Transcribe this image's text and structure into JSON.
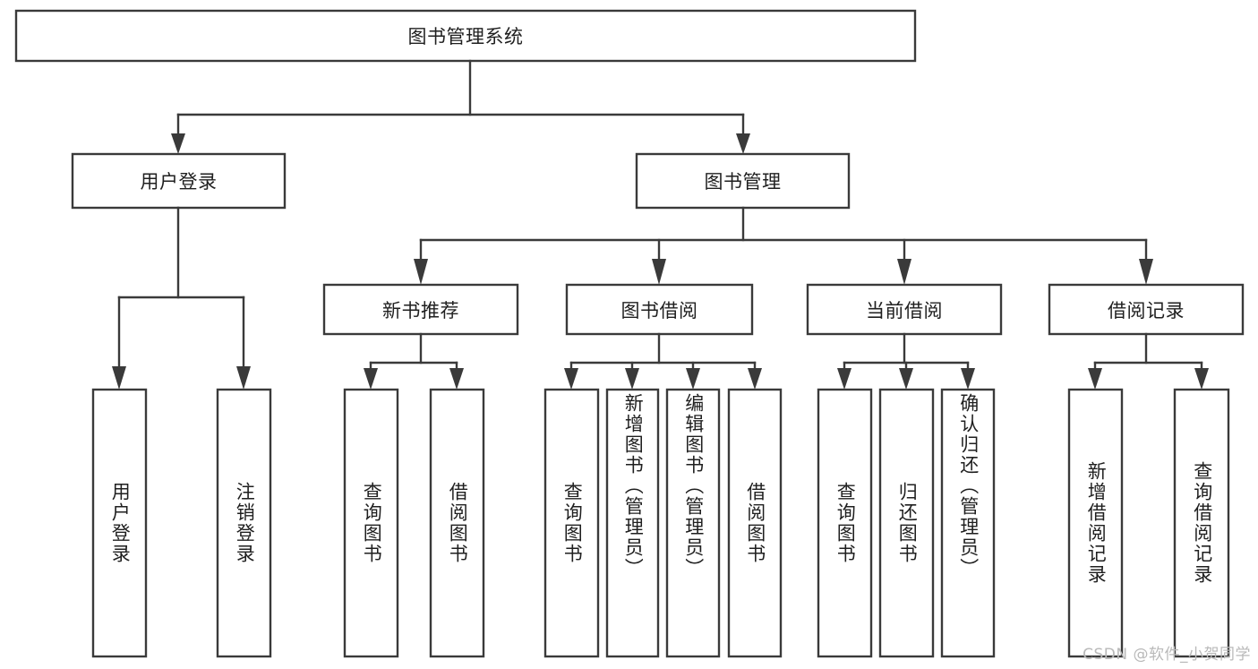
{
  "diagram": {
    "type": "tree",
    "title": "图书管理系统",
    "root": {
      "id": "root",
      "label": "图书管理系统",
      "orientation": "horizontal"
    },
    "level2": [
      {
        "id": "user-login",
        "label": "用户登录",
        "orientation": "horizontal"
      },
      {
        "id": "book-manage",
        "label": "图书管理",
        "orientation": "horizontal"
      }
    ],
    "level3": [
      {
        "id": "new-book-recommend",
        "label": "新书推荐",
        "orientation": "horizontal",
        "parent": "book-manage"
      },
      {
        "id": "book-borrow",
        "label": "图书借阅",
        "orientation": "horizontal",
        "parent": "book-manage"
      },
      {
        "id": "current-borrow",
        "label": "当前借阅",
        "orientation": "horizontal",
        "parent": "book-manage"
      },
      {
        "id": "borrow-record",
        "label": "借阅记录",
        "orientation": "horizontal",
        "parent": "book-manage"
      }
    ],
    "leaves": [
      {
        "id": "leaf-user-login",
        "label": "用户登录",
        "orientation": "vertical",
        "parent": "user-login",
        "align": "center"
      },
      {
        "id": "leaf-user-logout",
        "label": "注销登录",
        "orientation": "vertical",
        "parent": "user-login",
        "align": "center"
      },
      {
        "id": "leaf-query-book-1",
        "label": "查询图书",
        "orientation": "vertical",
        "parent": "new-book-recommend",
        "align": "center"
      },
      {
        "id": "leaf-borrow-book-1",
        "label": "借阅图书",
        "orientation": "vertical",
        "parent": "new-book-recommend",
        "align": "center"
      },
      {
        "id": "leaf-query-book-2",
        "label": "查询图书",
        "orientation": "vertical",
        "parent": "book-borrow",
        "align": "center"
      },
      {
        "id": "leaf-add-book",
        "label": "新增图书（管理员）",
        "orientation": "vertical",
        "parent": "book-borrow",
        "align": "top"
      },
      {
        "id": "leaf-edit-book",
        "label": "编辑图书（管理员）",
        "orientation": "vertical",
        "parent": "book-borrow",
        "align": "top"
      },
      {
        "id": "leaf-borrow-book-2",
        "label": "借阅图书",
        "orientation": "vertical",
        "parent": "book-borrow",
        "align": "center"
      },
      {
        "id": "leaf-query-book-3",
        "label": "查询图书",
        "orientation": "vertical",
        "parent": "current-borrow",
        "align": "center"
      },
      {
        "id": "leaf-return-book",
        "label": "归还图书",
        "orientation": "vertical",
        "parent": "current-borrow",
        "align": "center"
      },
      {
        "id": "leaf-confirm-return",
        "label": "确认归还（管理员）",
        "orientation": "vertical",
        "parent": "current-borrow",
        "align": "top"
      },
      {
        "id": "leaf-add-record",
        "label": "新增借阅记录",
        "orientation": "vertical",
        "parent": "borrow-record",
        "align": "center"
      },
      {
        "id": "leaf-query-record",
        "label": "查询借阅记录",
        "orientation": "vertical",
        "parent": "borrow-record",
        "align": "center"
      }
    ],
    "colors": {
      "stroke": "#3a3a3a",
      "fill": "#ffffff",
      "text": "#1f1f1f",
      "watermark": "#b9b9b9"
    }
  },
  "watermark": {
    "text": "CSDN @软件_小贺同学"
  }
}
